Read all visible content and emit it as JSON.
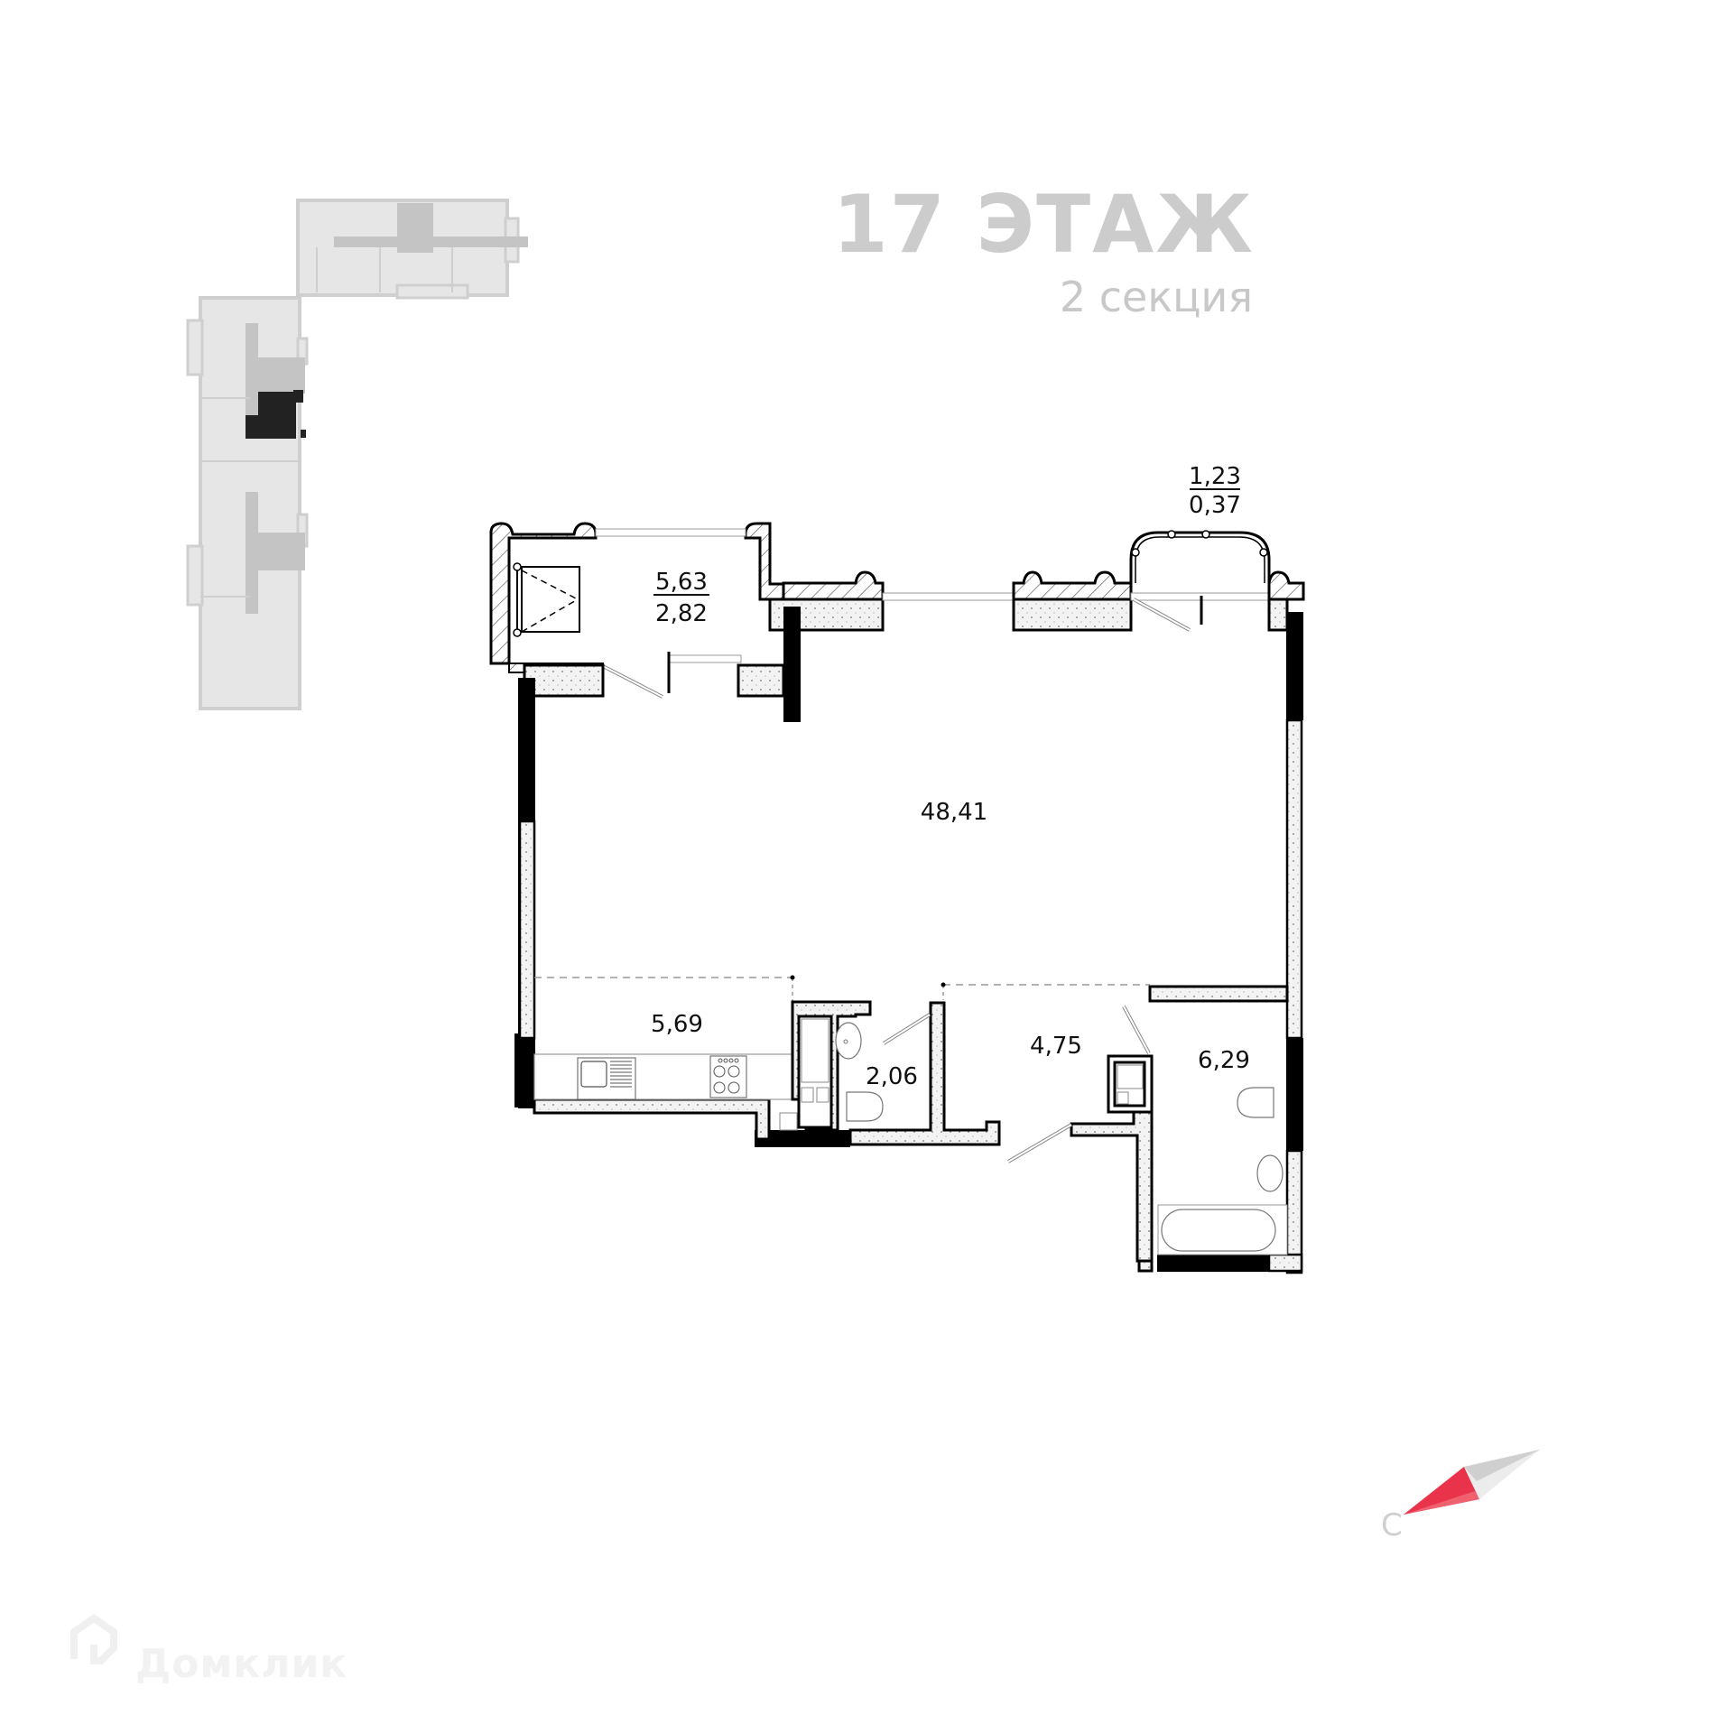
{
  "header": {
    "floor": "17 ЭТАЖ",
    "section": "2 секция"
  },
  "colors": {
    "title_gray": "#cccccc",
    "highlight_apartment": "#222222",
    "building_fill": "#e6e6e6",
    "building_core": "#c4c4c4",
    "compass_red": "#e8334a",
    "compass_red_light": "#f0616f",
    "compass_gray": "#cfcfcf",
    "compass_gray_light": "#ececec",
    "wall": "#000000"
  },
  "rooms": [
    {
      "id": "living",
      "area": "48,41"
    },
    {
      "id": "loggia",
      "area": "5,63",
      "coef_area": "2,82"
    },
    {
      "id": "balcony",
      "area": "1,23",
      "coef_area": "0,37"
    },
    {
      "id": "kitchen",
      "area": "5,69"
    },
    {
      "id": "wc",
      "area": "2,06"
    },
    {
      "id": "hall",
      "area": "4,75"
    },
    {
      "id": "bathroom",
      "area": "6,29"
    }
  ],
  "compass": {
    "label": "С"
  },
  "watermark": {
    "text": "Домклик"
  }
}
